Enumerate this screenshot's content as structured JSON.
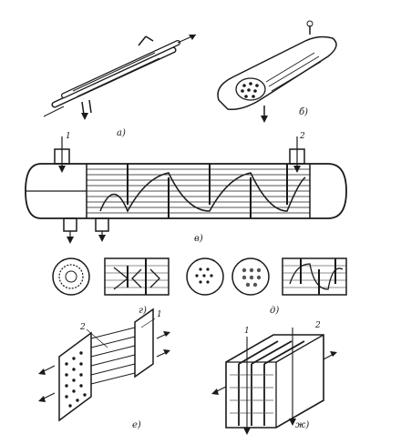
{
  "figure": {
    "panels": [
      {
        "id": "a",
        "caption": "а)",
        "depicts": "double-pipe heat exchanger"
      },
      {
        "id": "b",
        "caption": "б)",
        "depicts": "shell-and-tube exchanger, cutaway"
      },
      {
        "id": "v",
        "caption": "в)",
        "depicts": "multi-pass shell-and-tube with baffles"
      },
      {
        "id": "g",
        "caption": "г)",
        "depicts": "disc-and-ring baffle arrangement"
      },
      {
        "id": "d",
        "caption": "д)",
        "depicts": "segmental baffle arrangement"
      },
      {
        "id": "e",
        "caption": "е)",
        "depicts": "tube bundle in tube sheet"
      },
      {
        "id": "zh",
        "caption": "ж)",
        "depicts": "plate heat exchanger"
      }
    ],
    "callouts": {
      "v_inlet_1": "1",
      "v_inlet_2": "2",
      "e_label_1": "1",
      "e_label_2": "2",
      "zh_label_1": "1",
      "zh_label_2": "2"
    },
    "colors": {
      "ink": "#1a1a1a",
      "paper": "#ffffff",
      "hatch": "#555555"
    }
  }
}
